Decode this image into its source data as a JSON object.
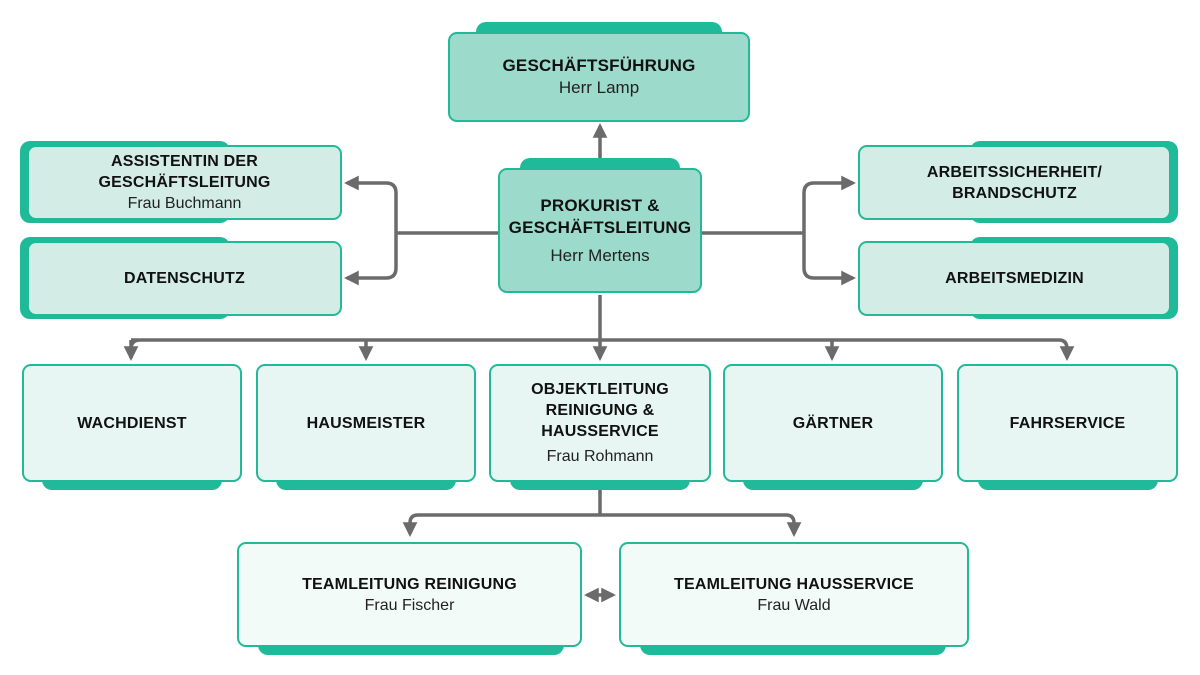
{
  "org": {
    "gf": {
      "title": "GESCHÄFTSFÜHRUNG",
      "person": "Herr Lamp"
    },
    "prokurist": {
      "title": "PROKURIST & GESCHÄFTSLEITUNG",
      "person": "Herr Mertens"
    },
    "assistenz": {
      "title": "ASSISTENTIN DER GESCHÄFTSLEITUNG",
      "person": "Frau Buchmann"
    },
    "datenschutz": {
      "title": "DATENSCHUTZ"
    },
    "arbeitssicherheit": {
      "title": "ARBEITSSICHERHEIT/ BRANDSCHUTZ"
    },
    "arbeitsmedizin": {
      "title": "ARBEITSMEDIZIN"
    },
    "wachdienst": {
      "title": "WACHDIENST"
    },
    "hausmeister": {
      "title": "HAUSMEISTER"
    },
    "objektleitung": {
      "title": "OBJEKTLEITUNG REINIGUNG & HAUSSERVICE",
      "person": "Frau Rohmann"
    },
    "gaertner": {
      "title": "GÄRTNER"
    },
    "fahrservice": {
      "title": "FAHRSERVICE"
    },
    "tl_reinigung": {
      "title": "TEAMLEITUNG REINIGUNG",
      "person": "Frau Fischer"
    },
    "tl_hausservice": {
      "title": "TEAMLEITUNG HAUSSERVICE",
      "person": "Frau Wald"
    }
  },
  "colors": {
    "accent": "#1fba99",
    "border": "#21b998",
    "connector": "#6b6b6b",
    "fill_top": "#9cdacb",
    "fill_side": "#d3ede6",
    "fill_level2": "#e7f6f2",
    "fill_level3": "#f3fbf9"
  }
}
